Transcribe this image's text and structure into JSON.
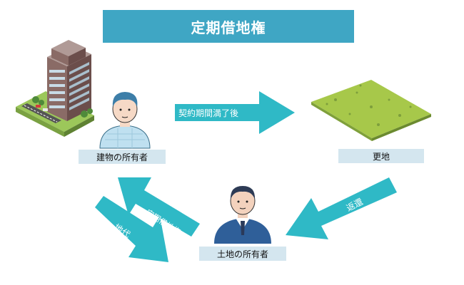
{
  "title": "定期借地権",
  "nodes": {
    "building_owner": "建物の所有者",
    "vacant_land": "更地",
    "land_owner": "土地の所有者"
  },
  "arrows": {
    "after_expiry": "契約期間満了後",
    "return": "返還",
    "lease_right": "定期借地権",
    "rent": "地代"
  },
  "colors": {
    "banner": "#3fa6c4",
    "arrow": "#2fb9c6",
    "label_bg": "#d4e6ef",
    "grass": "#a7c84a"
  }
}
